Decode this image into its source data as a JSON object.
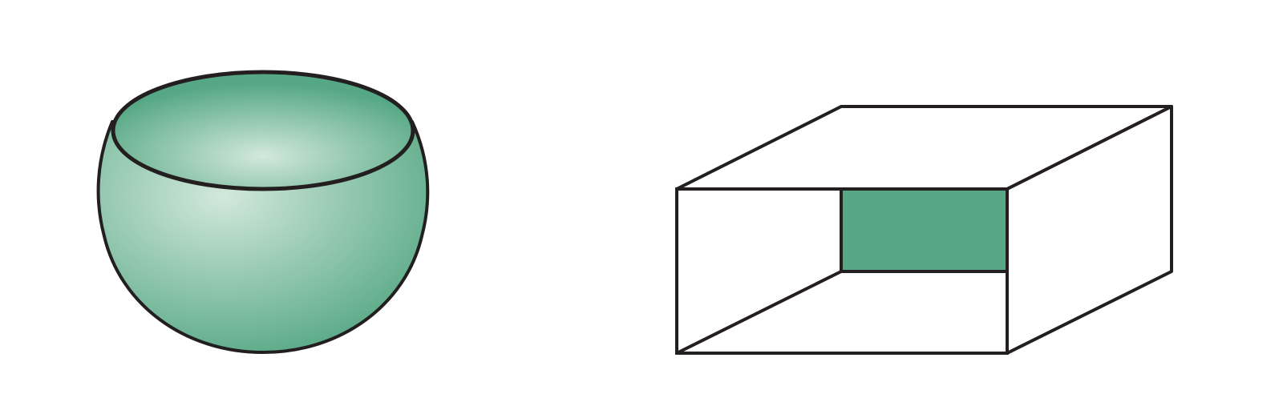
{
  "colors": {
    "background": "#ffffff",
    "stroke": "#231f20",
    "bowl_dark": "#56a884",
    "bowl_light": "#d2e8dc",
    "panel_fill": "#56a884",
    "box_fill": "#ffffff"
  },
  "figures": [
    {
      "name": "hemispherical-bowl",
      "shape": "bowl"
    },
    {
      "name": "open-box",
      "shape": "box"
    }
  ]
}
